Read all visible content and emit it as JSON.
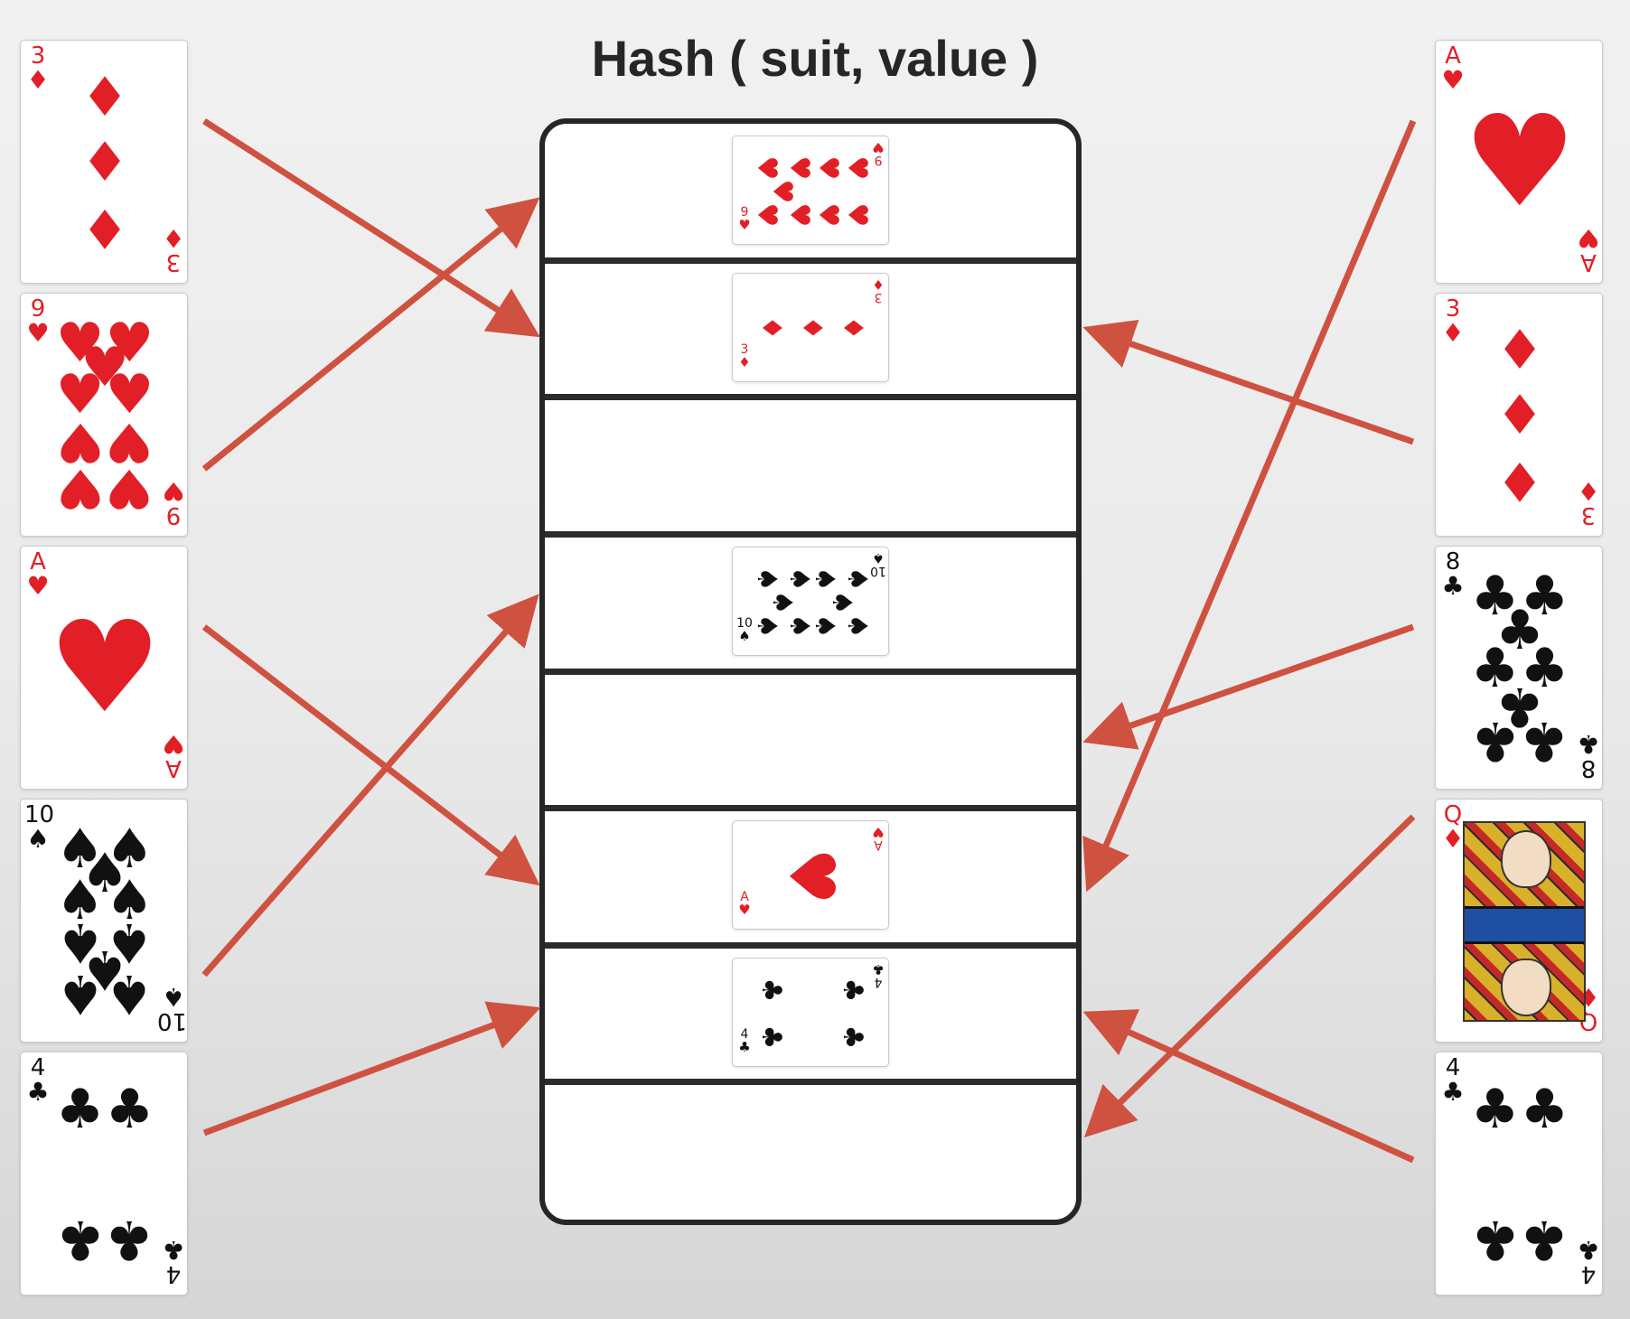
{
  "title": "Hash ( suit, value )",
  "colors": {
    "arrow": "#cf5140",
    "red_suit": "#e21f26",
    "black_suit": "#111111",
    "table_border": "#262626"
  },
  "left_cards": [
    {
      "rank": "3",
      "suit": "diamond",
      "color": "red"
    },
    {
      "rank": "9",
      "suit": "heart",
      "color": "red"
    },
    {
      "rank": "A",
      "suit": "heart",
      "color": "red"
    },
    {
      "rank": "10",
      "suit": "spade",
      "color": "black"
    },
    {
      "rank": "4",
      "suit": "club",
      "color": "black"
    }
  ],
  "right_cards": [
    {
      "rank": "A",
      "suit": "heart",
      "color": "red"
    },
    {
      "rank": "3",
      "suit": "diamond",
      "color": "red"
    },
    {
      "rank": "8",
      "suit": "club",
      "color": "black"
    },
    {
      "rank": "Q",
      "suit": "diamond",
      "color": "red"
    },
    {
      "rank": "4",
      "suit": "club",
      "color": "black"
    }
  ],
  "hash_table": {
    "slot_count": 8,
    "slots": [
      {
        "card": {
          "rank": "9",
          "suit": "heart",
          "color": "red"
        }
      },
      {
        "card": {
          "rank": "3",
          "suit": "diamond",
          "color": "red"
        }
      },
      {
        "card": null
      },
      {
        "card": {
          "rank": "10",
          "suit": "spade",
          "color": "black"
        }
      },
      {
        "card": null
      },
      {
        "card": {
          "rank": "A",
          "suit": "heart",
          "color": "red"
        }
      },
      {
        "card": {
          "rank": "4",
          "suit": "club",
          "color": "black"
        }
      },
      {
        "card": null
      }
    ]
  },
  "mappings": {
    "left": [
      {
        "card": 0,
        "slot": 1
      },
      {
        "card": 1,
        "slot": 0
      },
      {
        "card": 2,
        "slot": 5
      },
      {
        "card": 3,
        "slot": 3
      },
      {
        "card": 4,
        "slot": 6
      }
    ],
    "right": [
      {
        "card": 0,
        "slot": 5
      },
      {
        "card": 1,
        "slot": 1
      },
      {
        "card": 2,
        "slot": 4
      },
      {
        "card": 3,
        "slot": 7
      },
      {
        "card": 4,
        "slot": 6
      }
    ]
  }
}
